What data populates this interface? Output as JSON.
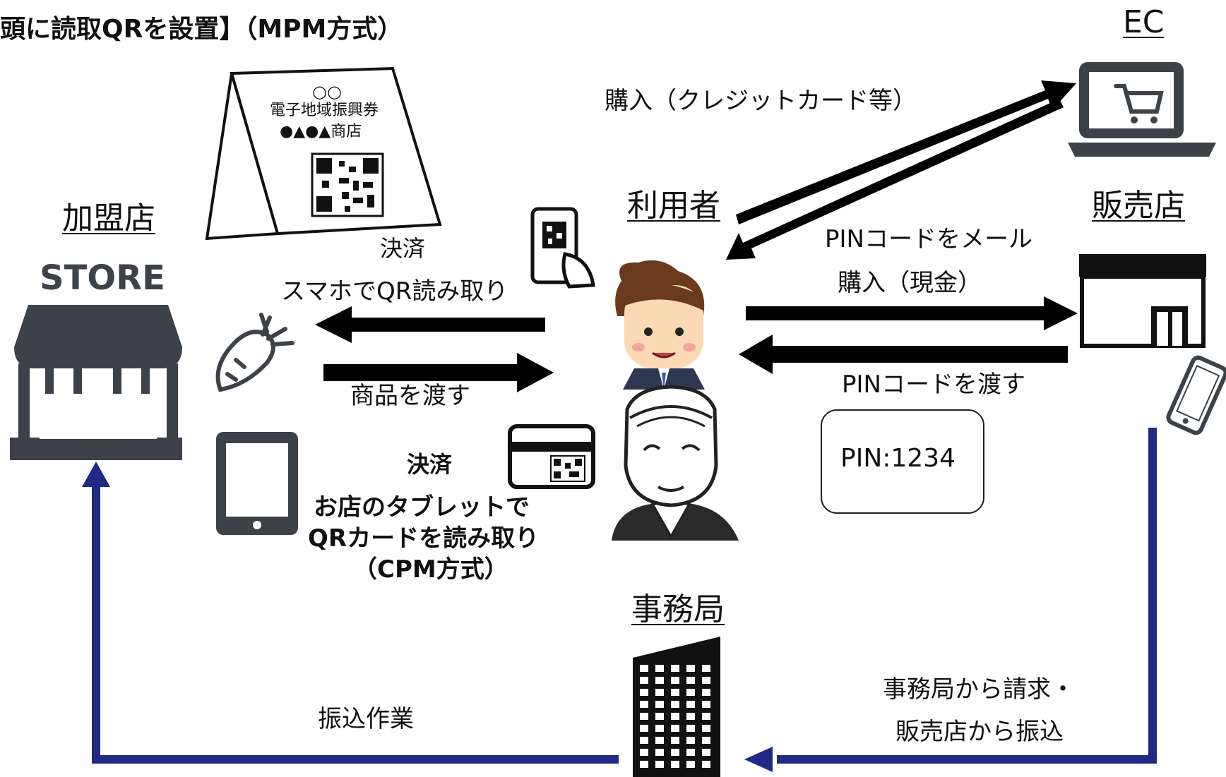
{
  "header": {
    "title": "頭に読取QRを設置】（MPM方式）"
  },
  "nodes": {
    "ec": "EC",
    "member_store": "加盟店",
    "user": "利用者",
    "retailer": "販売店",
    "office": "事務局"
  },
  "store_icon_text": "STORE",
  "pop_stand": {
    "line1": "○○",
    "line2": "電子地域振興券",
    "line3": "●▲●▲商店"
  },
  "flows": {
    "payment_mpm_title": "決済",
    "payment_mpm_desc": "スマホでQR読み取り",
    "deliver_goods": "商品を渡す",
    "payment_cpm_title": "決済",
    "payment_cpm_desc1": "お店のタブレットで",
    "payment_cpm_desc2": "QRカードを読み取り",
    "payment_cpm_desc3": "（CPM方式）",
    "ec_purchase": "購入（クレジットカード等）",
    "pin_mail": "PINコードをメール",
    "cash_purchase": "購入（現金）",
    "pin_hand": "PINコードを渡す",
    "pin_example": "PIN:1234",
    "billing_line1": "事務局から請求・",
    "billing_line2": "販売店から振込",
    "transfer": "振込作業"
  },
  "colors": {
    "icon_gray": "#3d4248",
    "flow_blue": "#1f2a85",
    "arrow_black": "#000000"
  }
}
